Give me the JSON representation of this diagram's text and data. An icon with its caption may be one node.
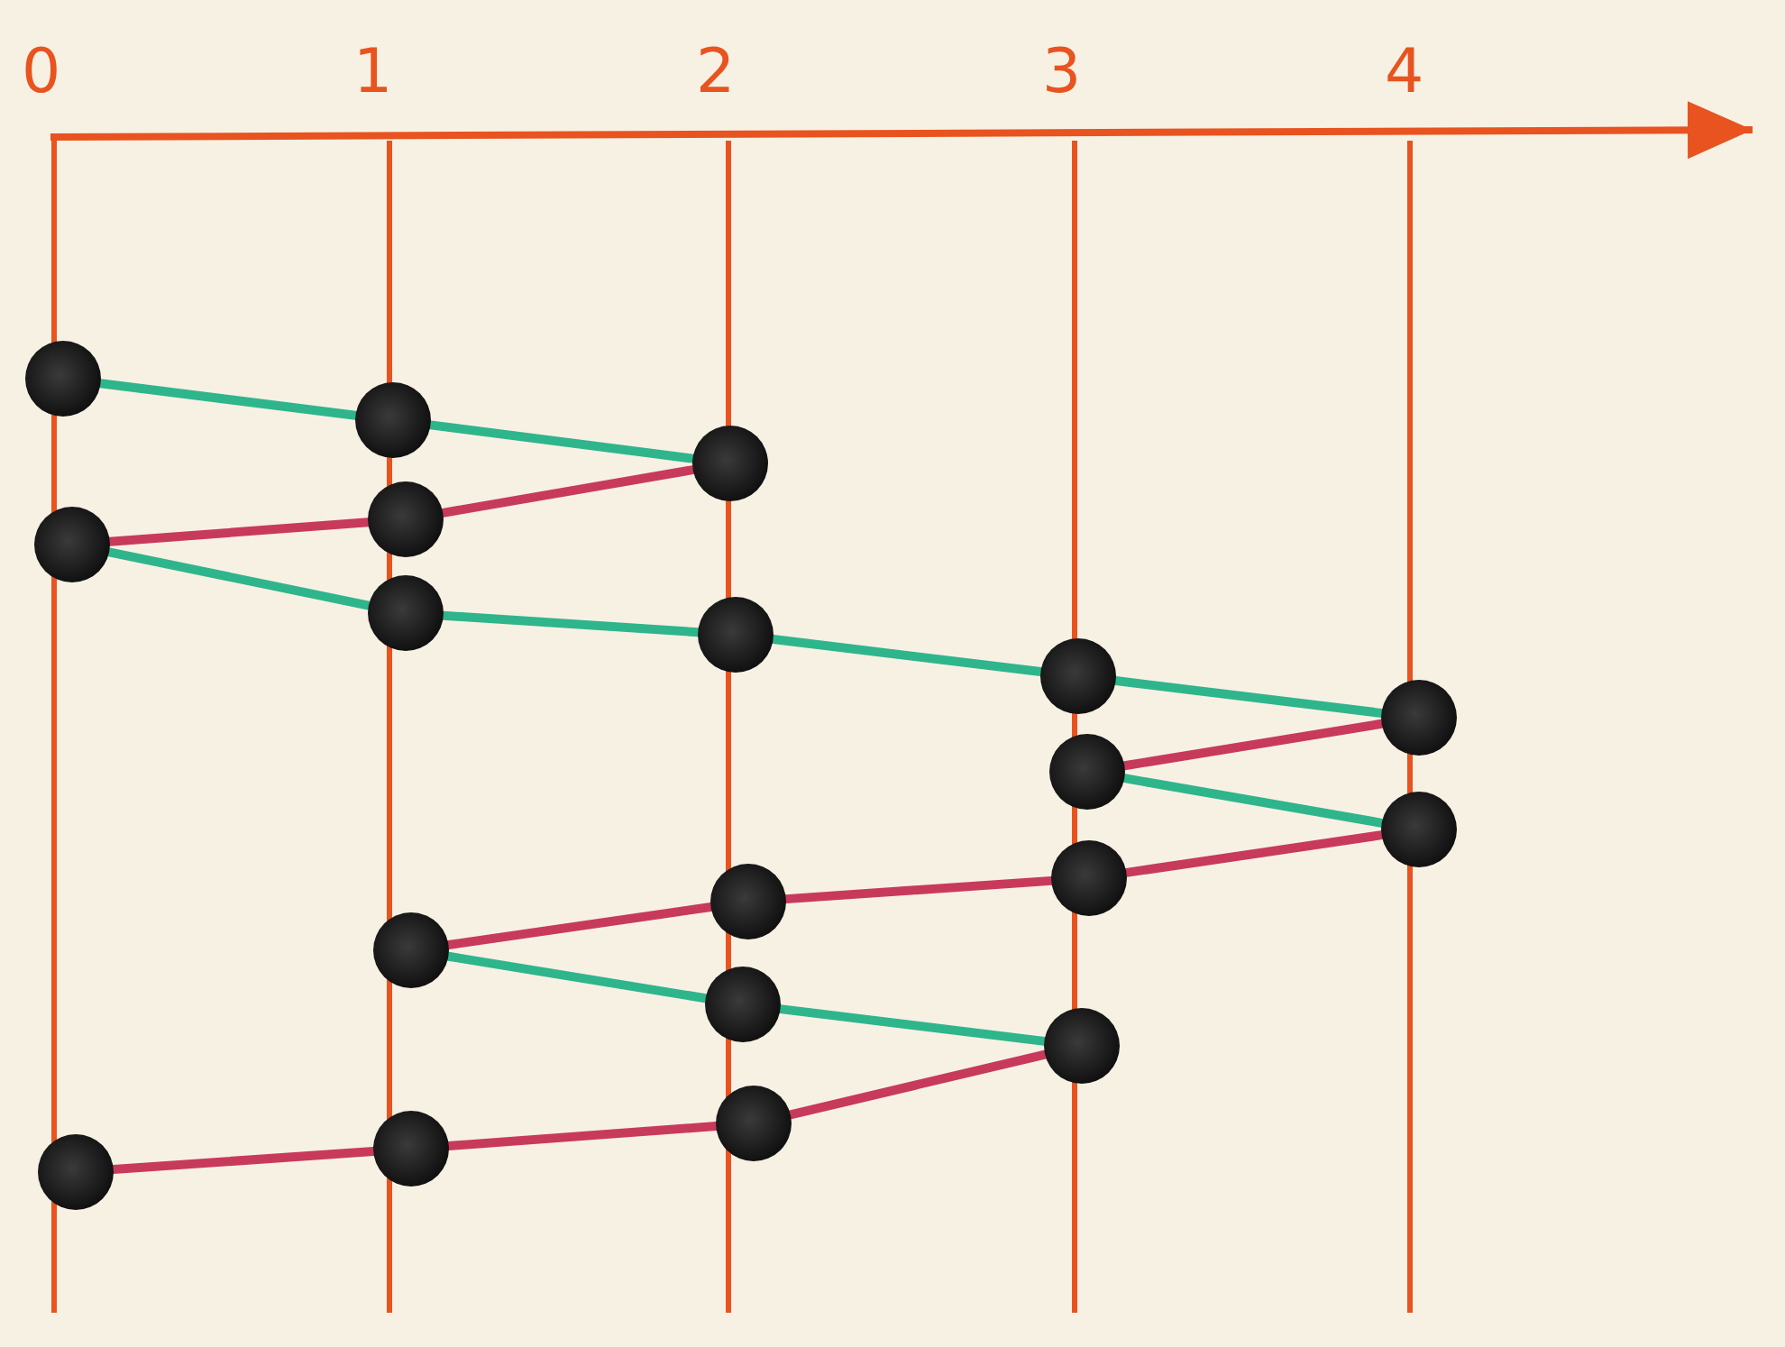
{
  "diagram": {
    "nodes": [
      {
        "text": [],
        "shape": "circle"
      },
      {
        "text": [],
        "shape": "circle"
      },
      {
        "text": [],
        "shape": "circle"
      },
      {
        "text": [],
        "shape": "circle"
      },
      {
        "text": [],
        "shape": "circle"
      },
      {
        "text": [],
        "shape": "circle"
      },
      {
        "text": [],
        "shape": "circle"
      },
      {
        "text": [],
        "shape": "circle"
      },
      {
        "text": [],
        "shape": "circle"
      },
      {
        "text": [],
        "shape": "circle"
      },
      {
        "text": [],
        "shape": "circle"
      },
      {
        "text": [],
        "shape": "circle"
      },
      {
        "text": [],
        "shape": "circle"
      },
      {
        "text": [],
        "shape": "circle"
      },
      {
        "text": [],
        "shape": "circle"
      },
      {
        "text": [],
        "shape": "circle"
      },
      {
        "text": [],
        "shape": "circle"
      },
      {
        "text": [],
        "shape": "circle"
      },
      {
        "text": [],
        "shape": "circle"
      }
    ],
    "edges": [
      {
        "from": 0,
        "to": 1,
        "arrow": "none",
        "color": "#2fb58c"
      },
      {
        "from": 1,
        "to": 2,
        "arrow": "none",
        "color": "#2fb58c"
      },
      {
        "from": 4,
        "to": 3,
        "arrow": "none",
        "color": "#c83a5c"
      },
      {
        "from": 3,
        "to": 2,
        "arrow": "none",
        "color": "#c83a5c"
      },
      {
        "from": 4,
        "to": 5,
        "arrow": "none",
        "color": "#2fb58c"
      },
      {
        "from": 5,
        "to": 6,
        "arrow": "none",
        "color": "#2fb58c"
      },
      {
        "from": 6,
        "to": 7,
        "arrow": "none",
        "color": "#2fb58c"
      },
      {
        "from": 7,
        "to": 8,
        "arrow": "none",
        "color": "#2fb58c"
      },
      {
        "from": 9,
        "to": 8,
        "arrow": "none",
        "color": "#c83a5c"
      },
      {
        "from": 9,
        "to": 10,
        "arrow": "none",
        "color": "#2fb58c"
      },
      {
        "from": 11,
        "to": 10,
        "arrow": "none",
        "color": "#c83a5c"
      },
      {
        "from": 12,
        "to": 11,
        "arrow": "none",
        "color": "#c83a5c"
      },
      {
        "from": 13,
        "to": 12,
        "arrow": "none",
        "color": "#c83a5c"
      },
      {
        "from": 13,
        "to": 14,
        "arrow": "none",
        "color": "#2fb58c"
      },
      {
        "from": 14,
        "to": 15,
        "arrow": "none",
        "color": "#2fb58c"
      },
      {
        "from": 18,
        "to": 17,
        "arrow": "none",
        "color": "#c83a5c"
      },
      {
        "from": 17,
        "to": 16,
        "arrow": "none",
        "color": "#c83a5c"
      },
      {
        "from": 16,
        "to": 15,
        "arrow": "none",
        "color": "#c83a5c"
      }
    ],
    "labels": [
      "0",
      "1",
      "2",
      "3",
      "4"
    ]
  }
}
